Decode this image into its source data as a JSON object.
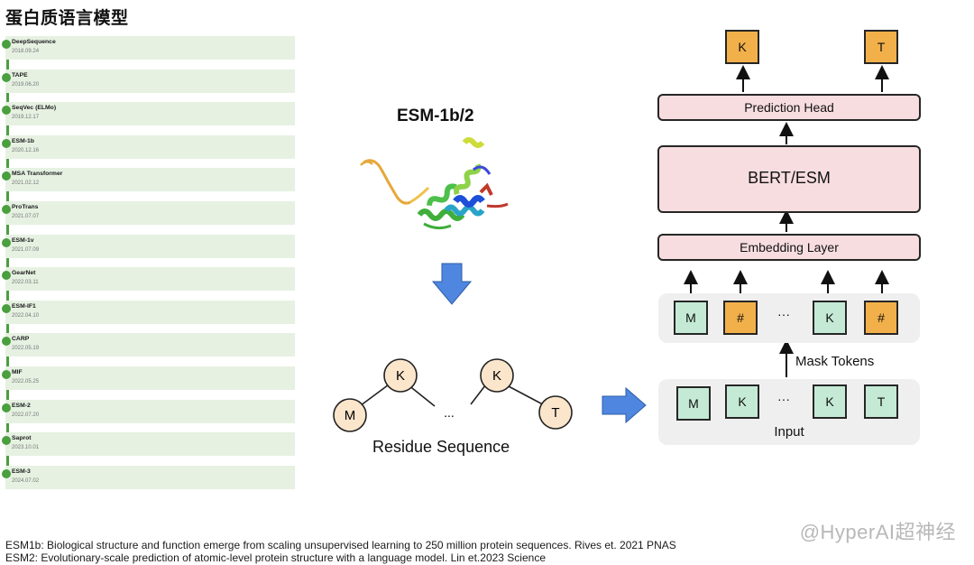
{
  "title": "蛋白质语言模型",
  "timeline": [
    {
      "name": "DeepSequence",
      "date": "2018.09.24"
    },
    {
      "name": "TAPE",
      "date": "2019.06.20"
    },
    {
      "name": "SeqVec (ELMo)",
      "date": "2019.12.17"
    },
    {
      "name": "ESM-1b",
      "date": "2020.12.16"
    },
    {
      "name": "MSA Transformer",
      "date": "2021.02.12"
    },
    {
      "name": "ProTrans",
      "date": "2021.07.07"
    },
    {
      "name": "ESM-1v",
      "date": "2021.07.09"
    },
    {
      "name": "GearNet",
      "date": "2022.03.11"
    },
    {
      "name": "ESM-IF1",
      "date": "2022.04.10"
    },
    {
      "name": "CARP",
      "date": "2022.05.19"
    },
    {
      "name": "MIF",
      "date": "2022.05.25"
    },
    {
      "name": "ESM-2",
      "date": "2022.07.20"
    },
    {
      "name": "Saprot",
      "date": "2023.10.01"
    },
    {
      "name": "ESM-3",
      "date": "2024.07.02"
    }
  ],
  "middle": {
    "model_title": "ESM-1b/2",
    "residue_label": "Residue Sequence",
    "nodes": [
      "M",
      "K",
      "K",
      "T"
    ],
    "ellipsis": "..."
  },
  "architecture": {
    "outputs": [
      "K",
      "T"
    ],
    "prediction_head": "Prediction Head",
    "bert": "BERT/ESM",
    "embedding": "Embedding Layer",
    "masked_tokens": [
      "M",
      "#",
      "K",
      "#"
    ],
    "mask_label": "Mask Tokens",
    "input_tokens": [
      "M",
      "K",
      "K",
      "T"
    ],
    "input_label": "Input",
    "ellipsis": "···"
  },
  "references": [
    "ESM1b: Biological structure and function emerge from scaling unsupervised learning to 250 million protein sequences. Rives et. 2021 PNAS",
    "ESM2: Evolutionary-scale prediction of atomic-level protein structure with a language model. Lin et.2023 Science"
  ],
  "watermark": "@HyperAI超神经",
  "colors": {
    "timeline_green": "#4a9f3e",
    "card_bg": "#e6f1e2",
    "pink_box": "#f7dde0",
    "token_green": "#c4ead5",
    "token_orange": "#f2b04b",
    "arrow_blue": "#4f86e0",
    "node_fill": "#fbe6cc"
  }
}
